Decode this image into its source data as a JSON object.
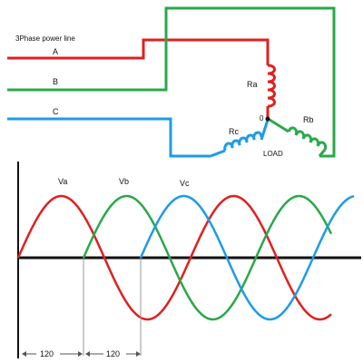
{
  "title": "3Phase power line",
  "lines": [
    {
      "label": "A",
      "color": "#e02020"
    },
    {
      "label": "B",
      "color": "#2aa84a"
    },
    {
      "label": "C",
      "color": "#1e9be8"
    }
  ],
  "load": {
    "label": "LOAD",
    "neutral_label": "0",
    "resistors": {
      "a": "Ra",
      "b": "Rb",
      "c": "Rc"
    }
  },
  "waveforms": {
    "labels": {
      "a": "Va",
      "b": "Vb",
      "c": "Vc"
    },
    "phase_shift_label": "120"
  },
  "chart_data": {
    "type": "line",
    "series": [
      {
        "name": "Va",
        "color": "#e02020",
        "phase_deg": 0
      },
      {
        "name": "Vb",
        "color": "#2aa84a",
        "phase_deg": -120
      },
      {
        "name": "Vc",
        "color": "#1e9be8",
        "phase_deg": -240
      }
    ],
    "phase_shift_deg": 120,
    "cycles_shown": 2,
    "title": "",
    "xlabel": "",
    "ylabel": ""
  }
}
